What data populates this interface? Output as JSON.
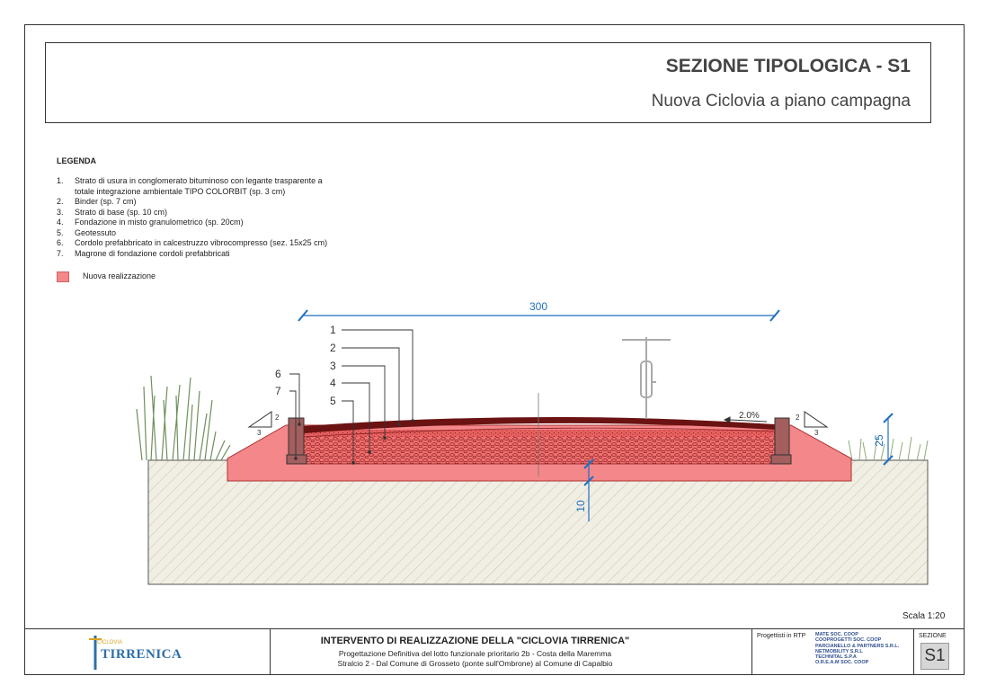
{
  "title": "SEZIONE TIPOLOGICA - S1",
  "subtitle": "Nuova Ciclovia a piano campagna",
  "legend": {
    "title": "LEGENDA",
    "items": [
      {
        "num": "1.",
        "text": "Strato di usura in conglomerato bituminoso con legante trasparente a"
      },
      {
        "num": "",
        "text": "totale integrazione ambientale TIPO COLORBIT (sp. 3 cm)"
      },
      {
        "num": "2.",
        "text": "Binder (sp. 7 cm)"
      },
      {
        "num": "3.",
        "text": "Strato di base (sp. 10 cm)"
      },
      {
        "num": "4.",
        "text": "Fondazione in misto granulometrico (sp. 20cm)"
      },
      {
        "num": "5.",
        "text": "Geotessuto"
      },
      {
        "num": "6.",
        "text": "Cordolo prefabbricato in calcestruzzo vibrocompresso (sez. 15x25 cm)"
      },
      {
        "num": "7.",
        "text": "Magrone di fondazione cordoli prefabbricati"
      }
    ],
    "swatch_label": "Nuova realizzazione",
    "swatch_color": "#f4878a"
  },
  "diagram": {
    "width_dim": "300",
    "height_dim": "25",
    "depth_dim": "10",
    "slope": "2.0%",
    "slope_ratio_top": "2",
    "slope_ratio_side": "3",
    "callouts": [
      "1",
      "2",
      "3",
      "4",
      "5",
      "6",
      "7"
    ]
  },
  "scale": "Scala 1:20",
  "footer": {
    "logo_small": "CICLOVIA",
    "logo_text": "TIRRENICA",
    "project_title": "INTERVENTO DI REALIZZAZIONE DELLA \"CICLOVIA TIRRENICA\"",
    "project_line1": "Progettazione Definitiva del lotto funzionale prioritario 2b - Costa della Maremma",
    "project_line2": "Stralcio 2 - Dal Comune di Grosseto (ponte sull'Ombrone) al Comune di Capalbio",
    "rtp_label": "Progettisti in RTP",
    "rtp": [
      "MATE SOC. COOP",
      "COOPROGETTI SOC. COOP",
      "PARCIANELLO & PARTNERS S.R.L.",
      "NETMOBILITY S.R.L",
      "TECHNITAL S.P.A",
      "O.R.E.A.M SOC. COOP"
    ],
    "section_label": "SEZIONE",
    "section_code": "S1"
  },
  "colors": {
    "dim_blue": "#1f6fc0",
    "surface_dark": "#6b1212",
    "layer_red": "#e85858",
    "embankment": "#f4878a",
    "ground": "#f1efe4"
  }
}
